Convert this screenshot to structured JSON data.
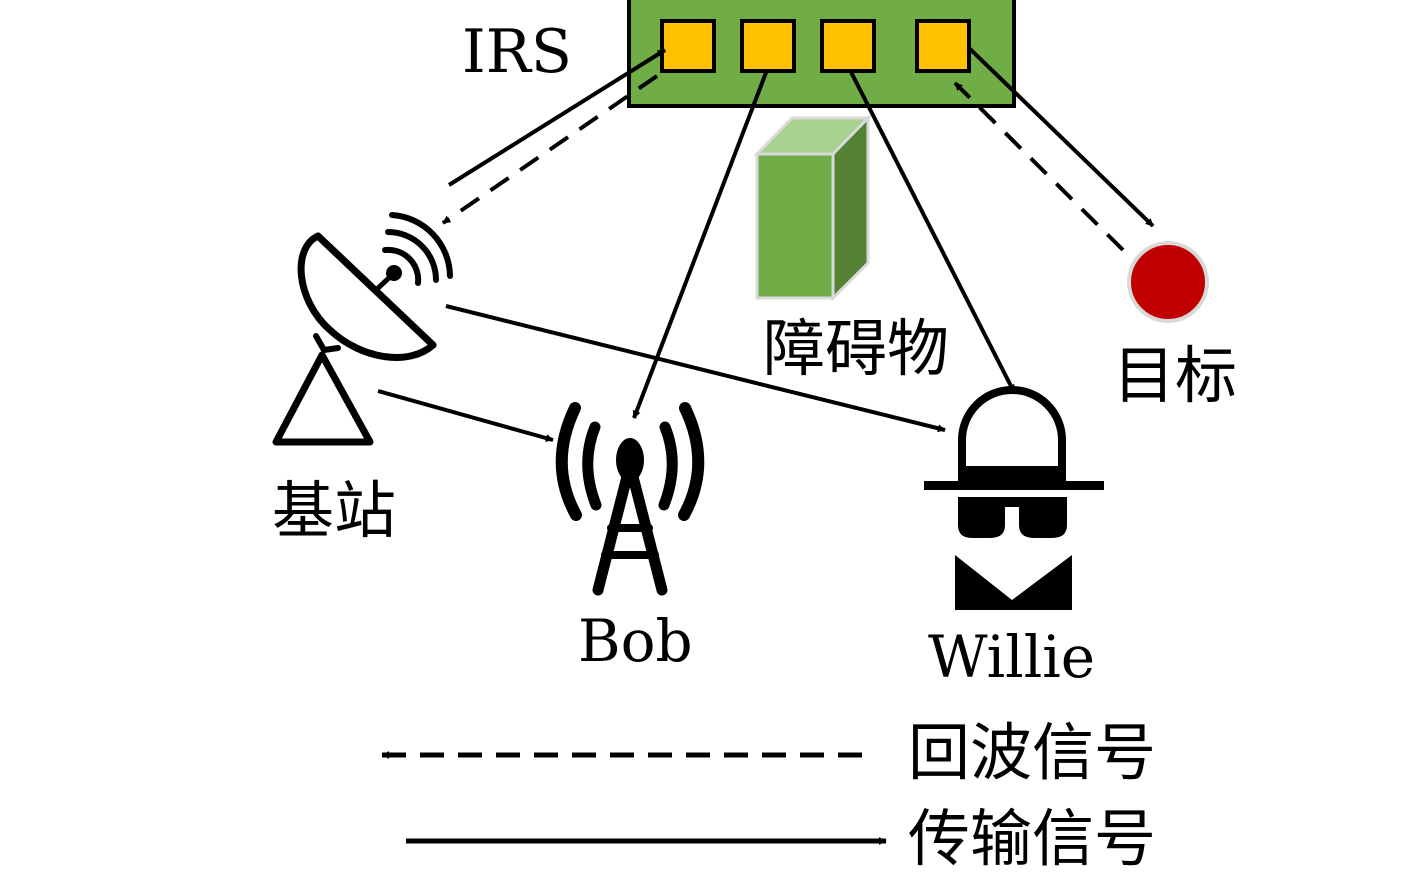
{
  "diagram": {
    "title": "IRS-assisted covert communication and sensing scenario",
    "nodes": {
      "irs": {
        "label": "IRS",
        "element_count": 4,
        "panel_color": "#70ad47",
        "element_color": "#ffc000"
      },
      "base_station": {
        "label": "基站"
      },
      "bob": {
        "label": "Bob"
      },
      "willie": {
        "label": "Willie"
      },
      "obstacle": {
        "label": "障碍物",
        "front_color": "#70ad47",
        "top_color": "#a9d18e",
        "side_color": "#548235"
      },
      "target": {
        "label": "目标",
        "color": "#c00000"
      }
    },
    "edges": [
      {
        "from": "base_station",
        "to": "irs",
        "type": "transmission"
      },
      {
        "from": "irs",
        "to": "base_station",
        "type": "echo"
      },
      {
        "from": "irs",
        "to": "bob",
        "type": "transmission"
      },
      {
        "from": "irs",
        "to": "willie",
        "type": "transmission"
      },
      {
        "from": "irs",
        "to": "target",
        "type": "transmission"
      },
      {
        "from": "target",
        "to": "irs",
        "type": "echo"
      },
      {
        "from": "base_station",
        "to": "bob",
        "type": "transmission"
      },
      {
        "from": "base_station",
        "to": "willie",
        "type": "transmission"
      }
    ],
    "legend": [
      {
        "style": "dashed",
        "label": "回波信号"
      },
      {
        "style": "solid",
        "label": "传输信号"
      }
    ]
  }
}
